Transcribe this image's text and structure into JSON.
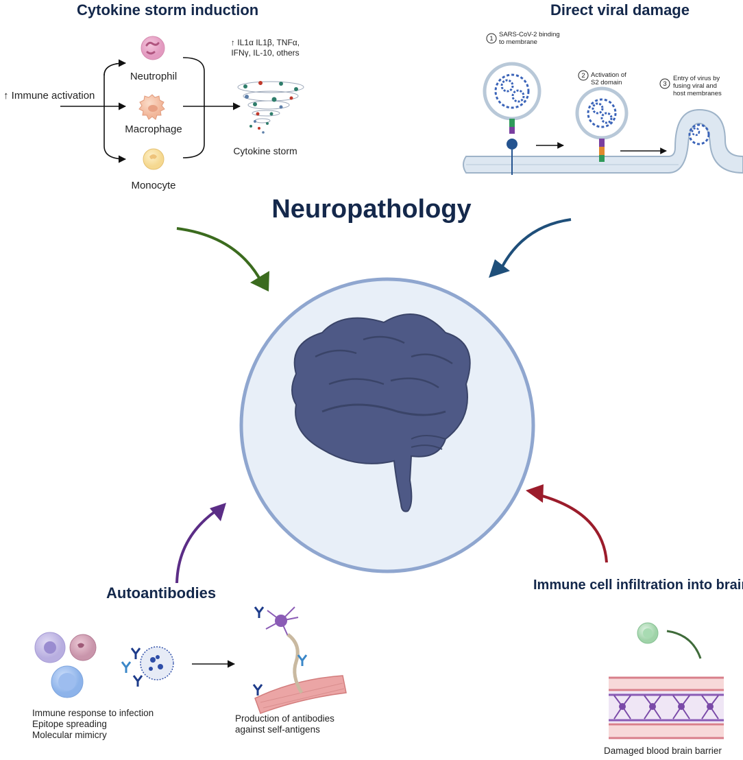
{
  "title": "Neuropathology",
  "colors": {
    "heading": "#14284b",
    "arrow_green": "#3b6b1e",
    "arrow_blue": "#1f4f7a",
    "arrow_purple": "#5b2d86",
    "arrow_red": "#9b1c2b",
    "circle_border": "#8fa6cf",
    "circle_fill": "#e8eff8",
    "brain": "#4e5986"
  },
  "cytokine": {
    "heading": "Cytokine storm induction",
    "input_label": "↑ Immune activation",
    "cells": [
      "Neutrophil",
      "Macrophage",
      "Monocyte"
    ],
    "cytokines_label": "↑ IL1α IL1β, TNFα, IFNγ, IL-10, others",
    "output_label": "Cytokine storm"
  },
  "viral": {
    "heading": "Direct viral damage",
    "steps": [
      {
        "num": "1",
        "text": "SARS-CoV-2 binding to membrane"
      },
      {
        "num": "2",
        "text": "Activation of S2 domain"
      },
      {
        "num": "3",
        "text": "Entry of virus by fusing viral and host membranes"
      }
    ]
  },
  "autoantibodies": {
    "heading": "Autoantibodies",
    "left_label": [
      "Immune response to infection",
      "Epitope spreading",
      "Molecular mimicry"
    ],
    "right_label": [
      "Production of antibodies",
      "against self-antigens"
    ]
  },
  "infiltration": {
    "heading": "Immune cell infiltration into brain",
    "label": "Damaged blood brain barrier"
  }
}
